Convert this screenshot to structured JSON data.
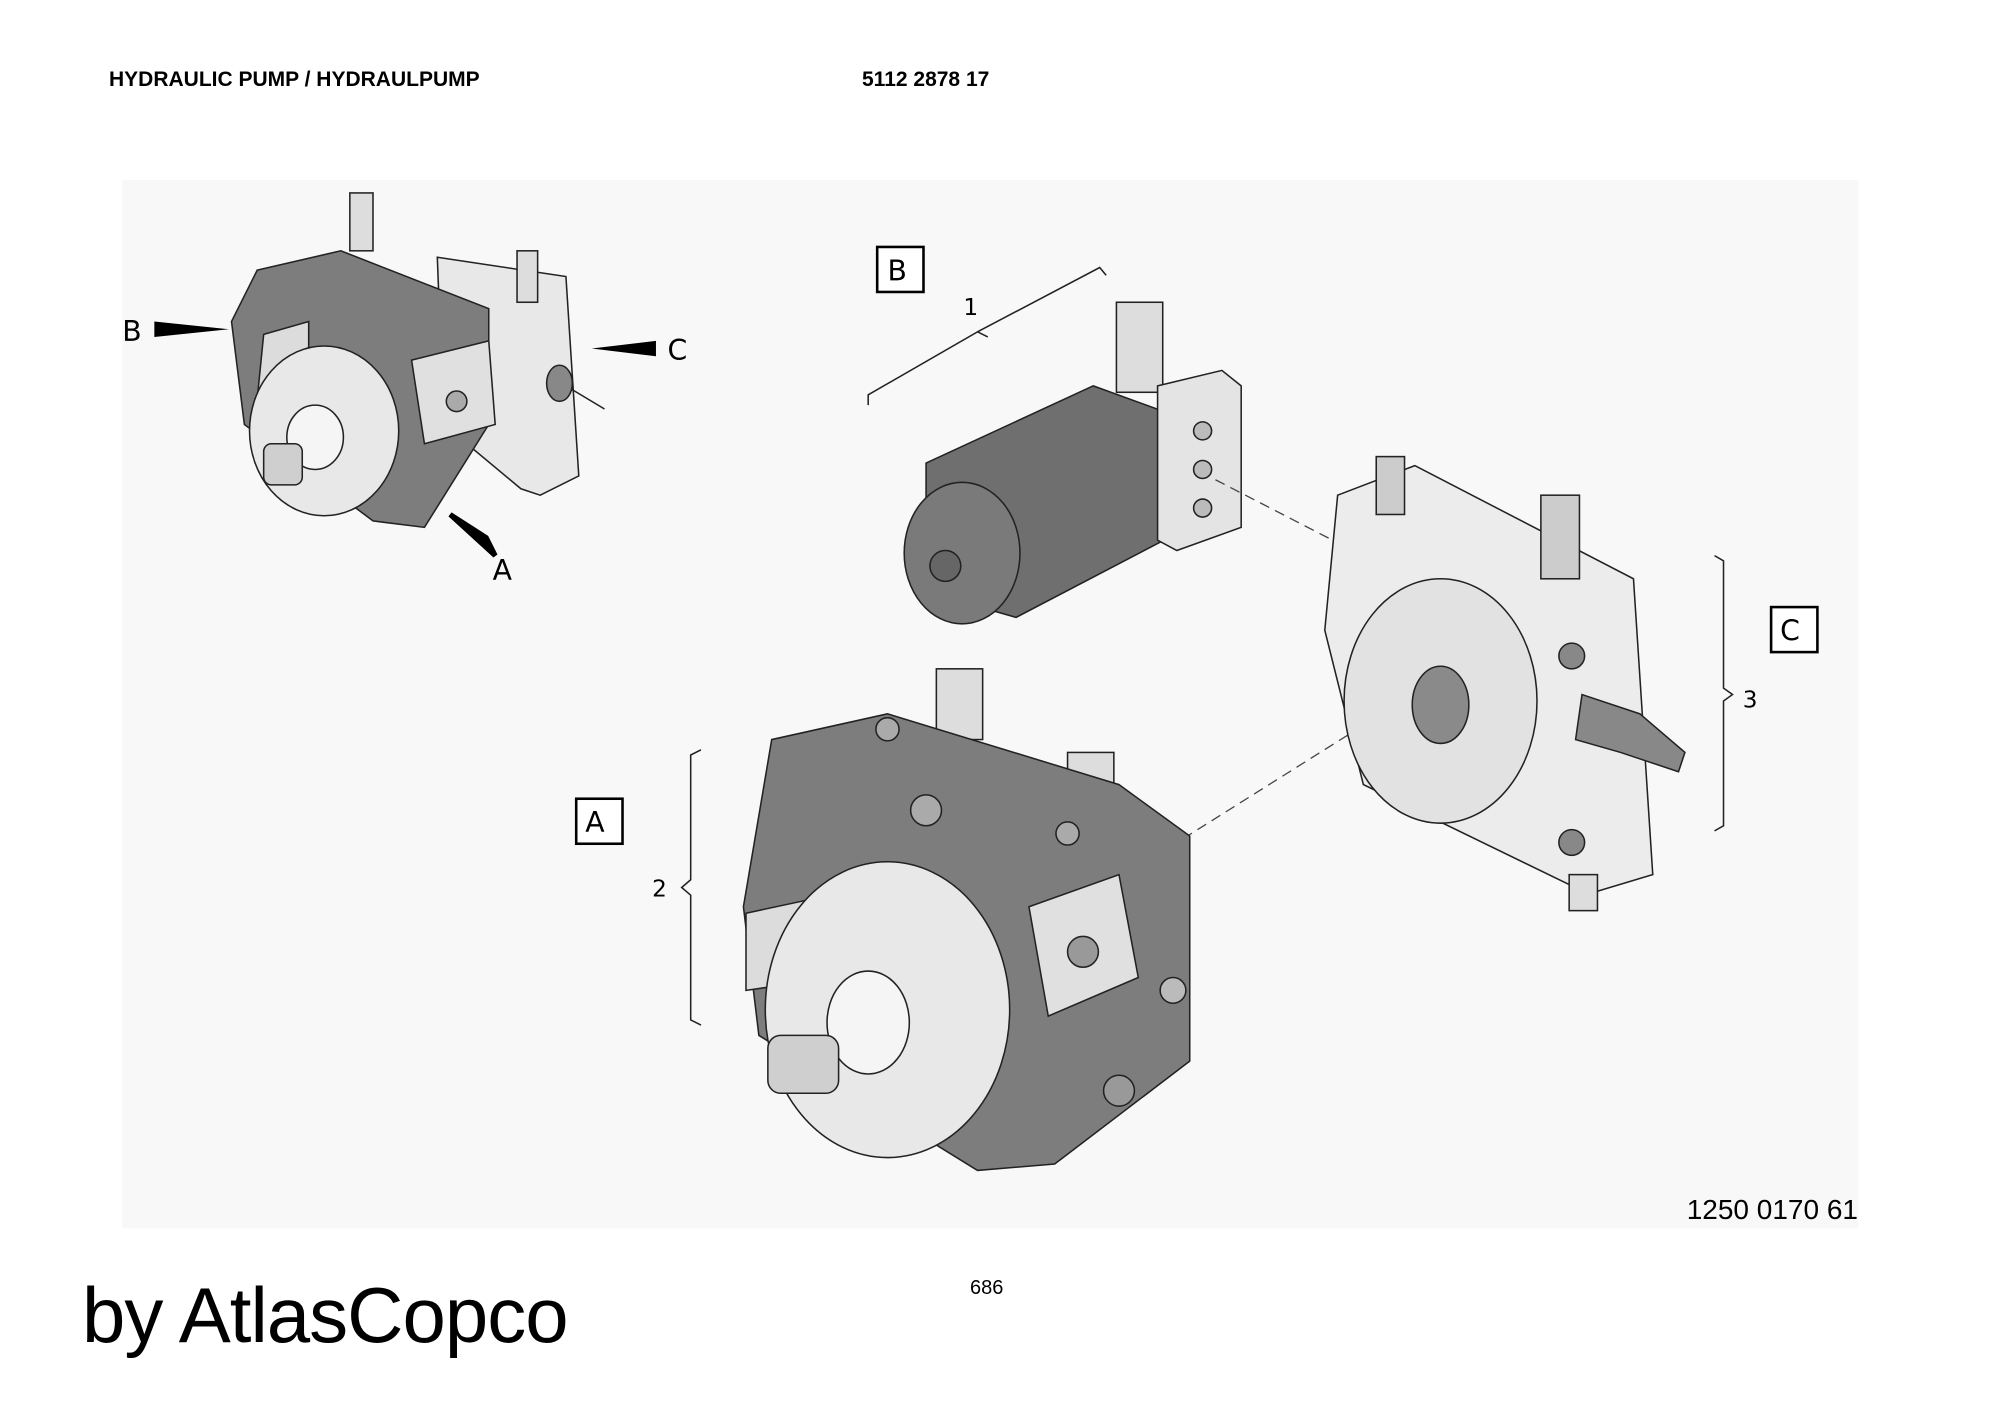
{
  "header": {
    "title": "HYDRAULIC PUMP / HYDRAULPUMP",
    "part_number": "5112 2878 17"
  },
  "drawing": {
    "overview_arrows": {
      "b": "B",
      "c": "C",
      "a": "A"
    },
    "boxes": {
      "b": "B",
      "c": "C",
      "a": "A"
    },
    "item_numbers": {
      "one": "1",
      "two": "2",
      "three": "3"
    },
    "drawing_code": "1250 0170 61"
  },
  "footer": {
    "page_number": "686",
    "brand": "by AtlasCopco"
  },
  "colors": {
    "dark_body": "#7d7d7d",
    "light_face": "#e6e6e6",
    "background": "#f7f7f7"
  }
}
